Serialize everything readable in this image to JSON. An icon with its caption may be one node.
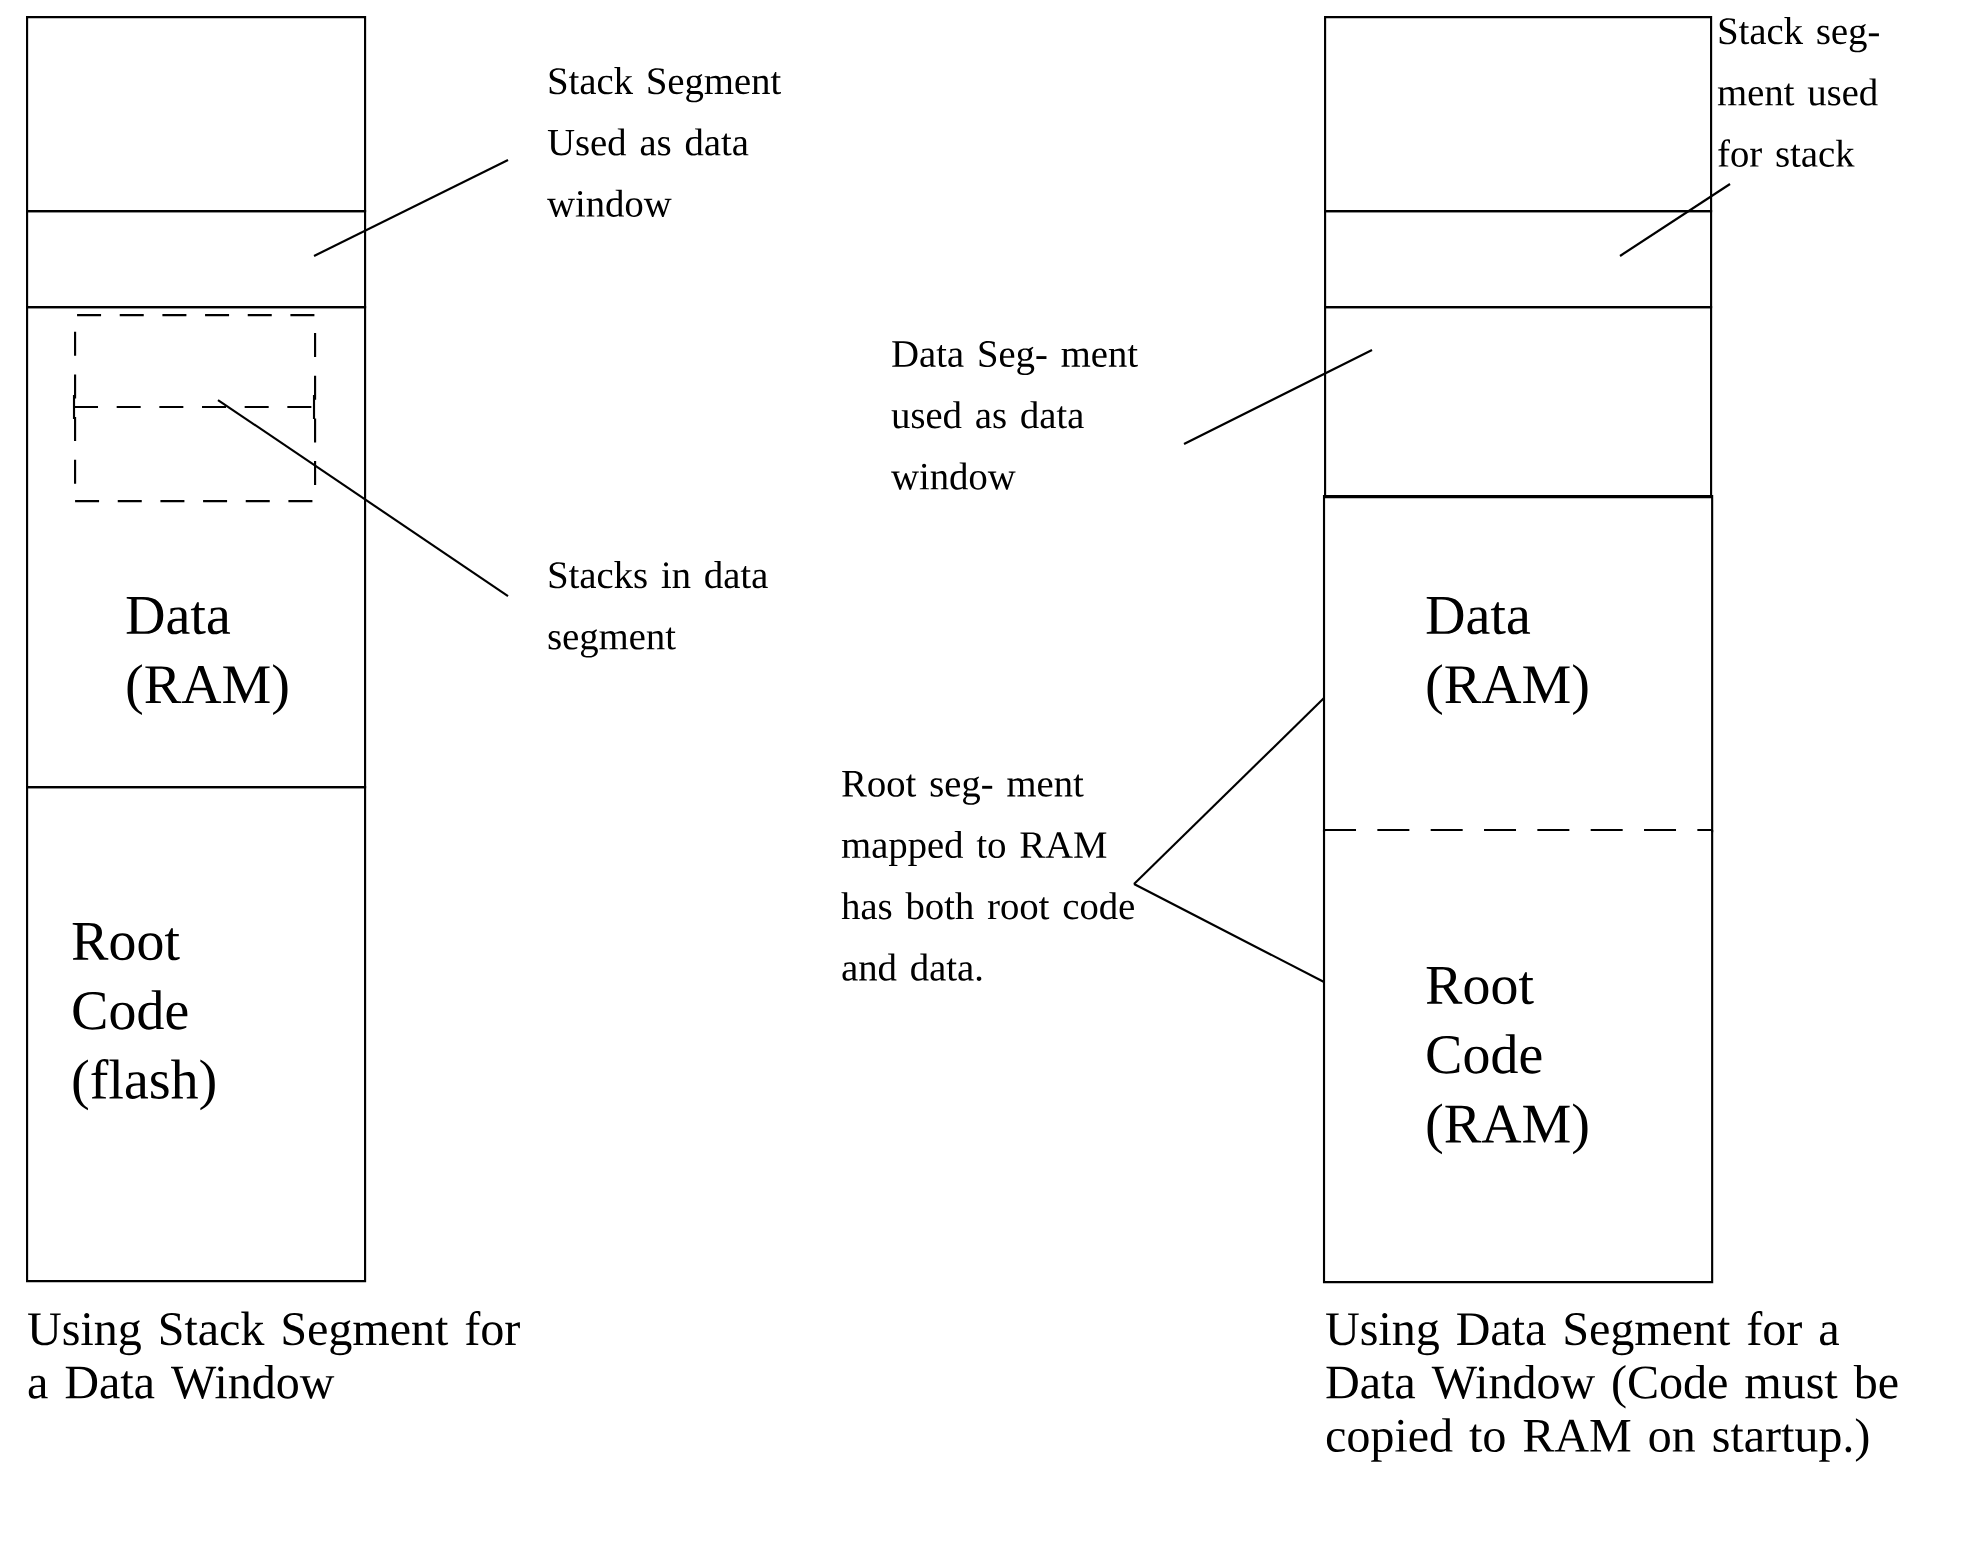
{
  "diagram": {
    "nodes": [
      {
        "text": [],
        "shape": "box"
      },
      {
        "text": [],
        "shape": "box"
      },
      {
        "text": [
          "Data (RAM)"
        ]
      },
      {
        "text": [],
        "shape": "box",
        "in": 2
      },
      {
        "text": [
          "Root Code (flash)"
        ]
      },
      {
        "text": [
          "Stack Segment Used as data window"
        ]
      },
      {
        "text": [
          "Stacks in data segment"
        ]
      },
      {
        "text": [],
        "shape": "box"
      },
      {
        "text": [],
        "shape": "box"
      },
      {
        "text": [],
        "shape": "box"
      },
      {
        "text": [
          "Data (RAM)"
        ]
      },
      {
        "text": [
          "Root Code (RAM)"
        ]
      },
      {
        "text": [
          "Stack seg- ment used for stack"
        ]
      },
      {
        "text": [
          "Data Seg- ment used as data window"
        ]
      },
      {
        "text": [
          "Root seg- ment mapped to RAM has both root code and data."
        ]
      }
    ],
    "edges": [
      {
        "from": 5,
        "to": 1,
        "arrow": "none"
      },
      {
        "from": 6,
        "to": 3,
        "arrow": "none"
      },
      {
        "from": 12,
        "to": 8,
        "arrow": "none"
      },
      {
        "from": 13,
        "to": 9,
        "arrow": "none"
      },
      {
        "from": 14,
        "to": 10,
        "arrow": "none"
      },
      {
        "from": 14,
        "to": 11,
        "arrow": "none"
      }
    ],
    "labels": [
      "Using Stack Segment for a Data Window",
      "Using Data Segment for a Data Window (Code must be copied to RAM on startup.)"
    ]
  }
}
